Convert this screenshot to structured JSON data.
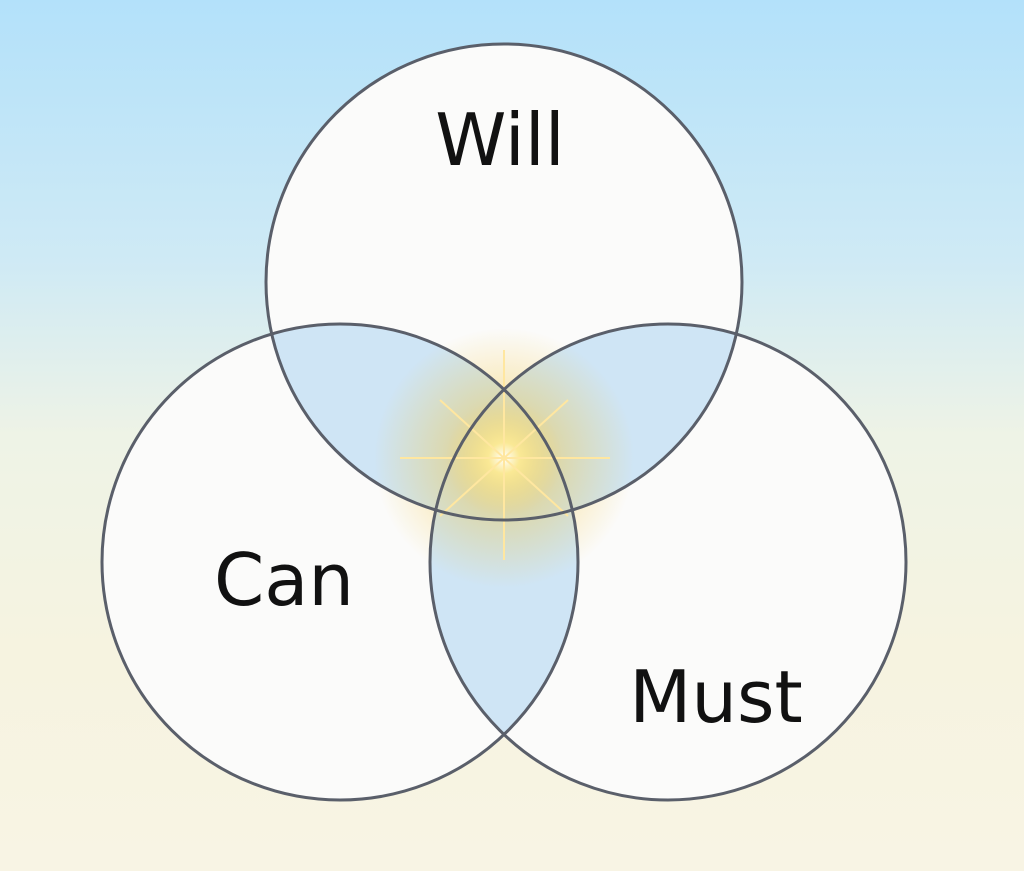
{
  "diagram": {
    "type": "venn",
    "sets": [
      {
        "label": "Will"
      },
      {
        "label": "Can"
      },
      {
        "label": "Must"
      }
    ],
    "colors": {
      "circle_fill": "#fbfbfa",
      "overlap_fill": "#cfe5f5",
      "stroke": "#5a5f6a",
      "glow": "#f2c230"
    }
  }
}
